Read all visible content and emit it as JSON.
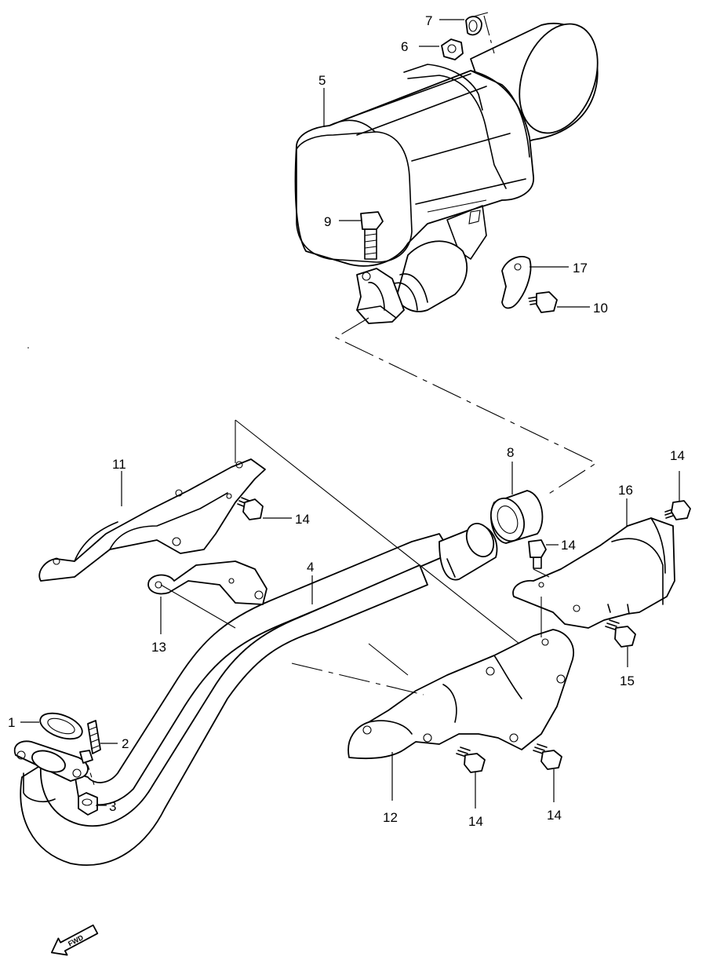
{
  "diagram": {
    "callouts": [
      {
        "id": "c1",
        "label": "1"
      },
      {
        "id": "c2",
        "label": "2"
      },
      {
        "id": "c3",
        "label": "3"
      },
      {
        "id": "c4",
        "label": "4"
      },
      {
        "id": "c5",
        "label": "5"
      },
      {
        "id": "c6",
        "label": "6"
      },
      {
        "id": "c7",
        "label": "7"
      },
      {
        "id": "c8",
        "label": "8"
      },
      {
        "id": "c9",
        "label": "9"
      },
      {
        "id": "c10",
        "label": "10"
      },
      {
        "id": "c11",
        "label": "11"
      },
      {
        "id": "c12",
        "label": "12"
      },
      {
        "id": "c13",
        "label": "13"
      },
      {
        "id": "c14a",
        "label": "14"
      },
      {
        "id": "c14b",
        "label": "14"
      },
      {
        "id": "c14c",
        "label": "14"
      },
      {
        "id": "c14d",
        "label": "14"
      },
      {
        "id": "c14e",
        "label": "14"
      },
      {
        "id": "c15",
        "label": "15"
      },
      {
        "id": "c16",
        "label": "16"
      },
      {
        "id": "c17",
        "label": "17"
      }
    ],
    "direction_arrow": {
      "label": "FWD",
      "icon": "fwd-arrow-icon"
    }
  }
}
